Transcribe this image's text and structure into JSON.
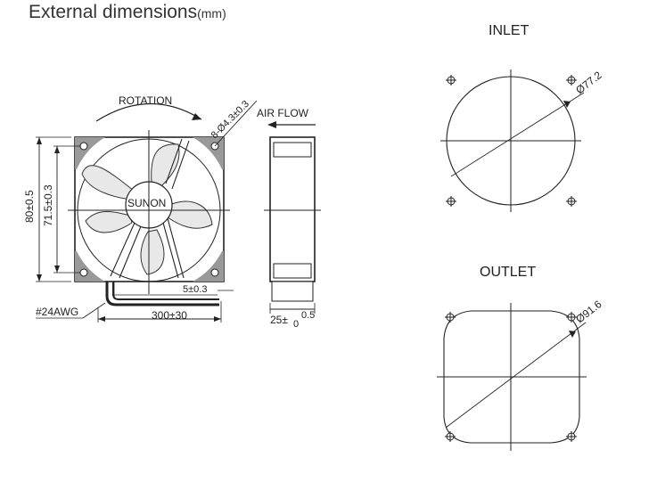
{
  "header": {
    "title": "External dimensions",
    "unit": "(mm)"
  },
  "front_view": {
    "rotation_label": "ROTATION",
    "hole_label": "8-Ø4.3±0.3",
    "brand": "SUNON",
    "height_outer": "80±0.5",
    "height_pitch": "71.5±0.3",
    "wire_offset": "5±0.3",
    "wire_gauge": "#24AWG",
    "wire_length": "300±30"
  },
  "side_view": {
    "airflow_label": "AIR FLOW",
    "depth_base": "25±",
    "depth_tol_upper": "0.5",
    "depth_tol_lower": "0"
  },
  "inlet_view": {
    "title": "INLET",
    "diameter": "Ø77.2"
  },
  "outlet_view": {
    "title": "OUTLET",
    "diameter": "Ø91.6"
  },
  "colors": {
    "line": "#222222",
    "text": "#333333"
  }
}
